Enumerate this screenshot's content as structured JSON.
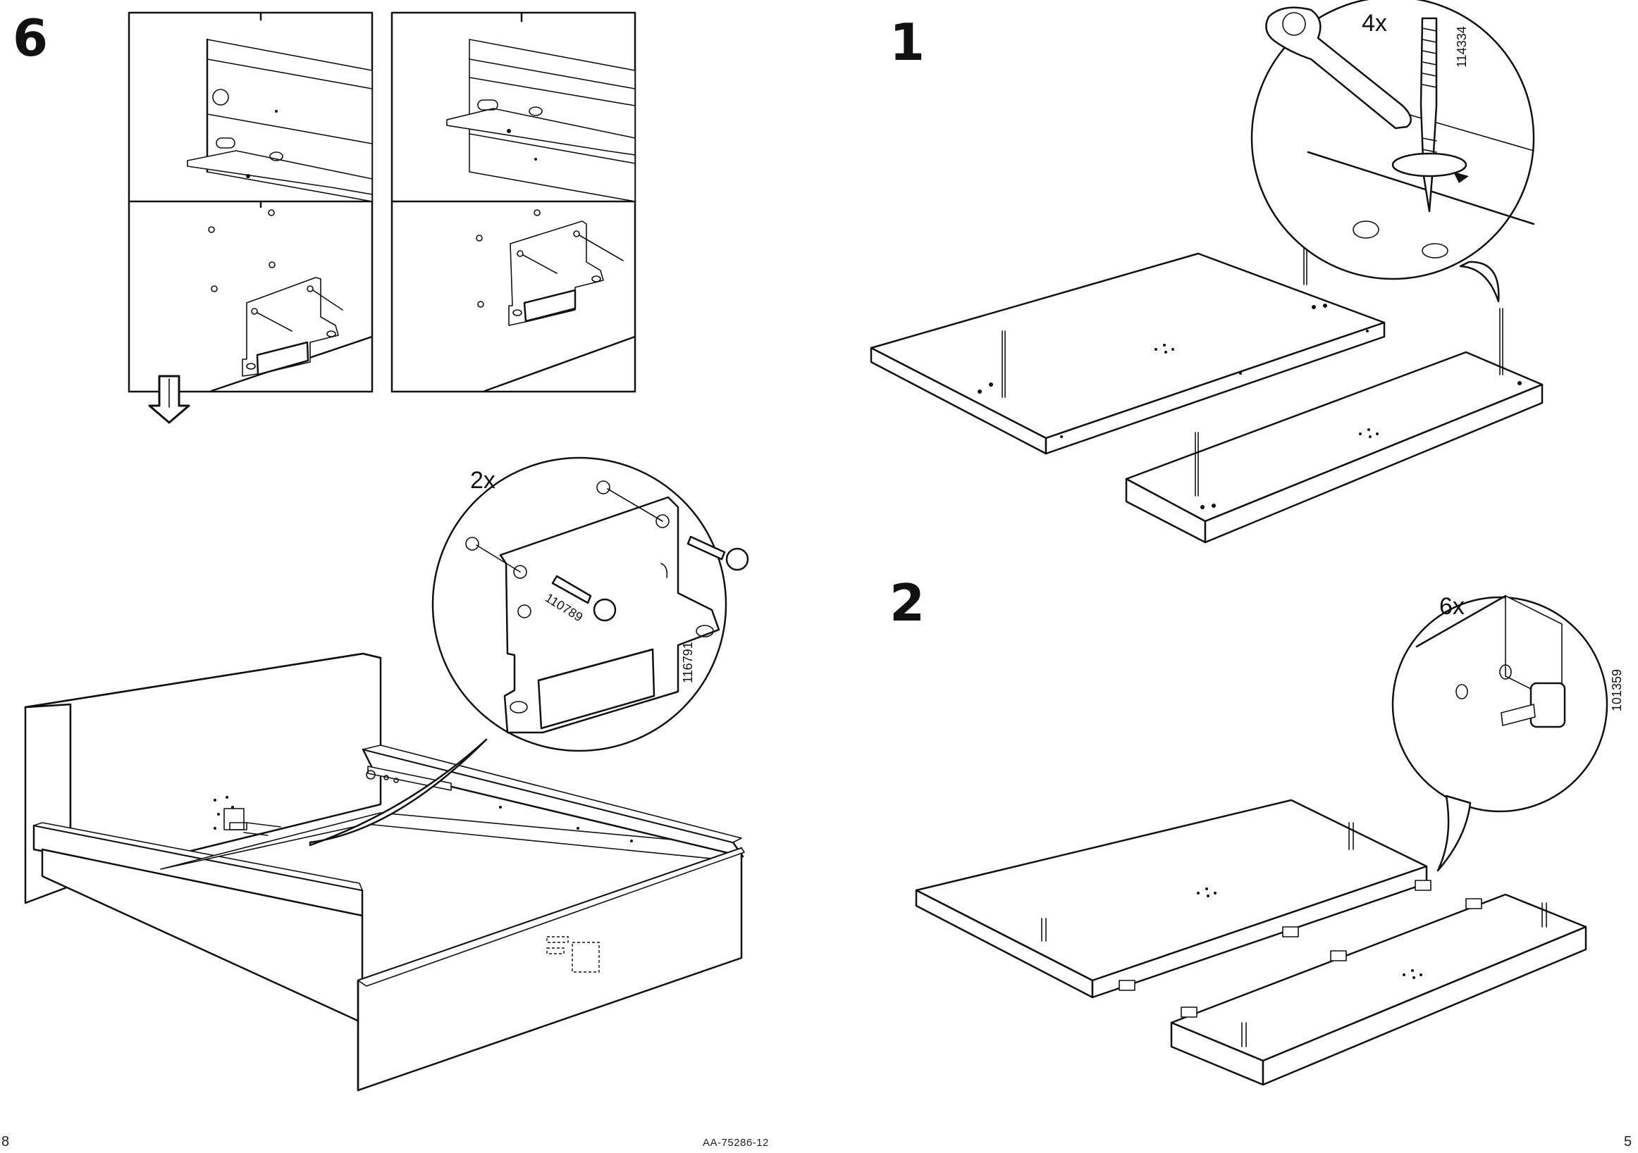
{
  "manual": {
    "document_code": "AA-75286-12",
    "page_left": "8",
    "page_right": "5"
  },
  "steps": [
    {
      "number": "6",
      "detail_quantity": "2x",
      "part_bracket": "116791",
      "part_screw": "110789"
    },
    {
      "number": "1",
      "detail_quantity": "4x",
      "part_tool": "114334"
    },
    {
      "number": "2",
      "detail_quantity": "6x",
      "part_connector": "101359"
    }
  ],
  "colors": {
    "ink": "#111111",
    "paper": "#ffffff"
  },
  "icons": {
    "arrow": "down-arrow-icon",
    "rotate": "rotate-arrow-icon"
  }
}
